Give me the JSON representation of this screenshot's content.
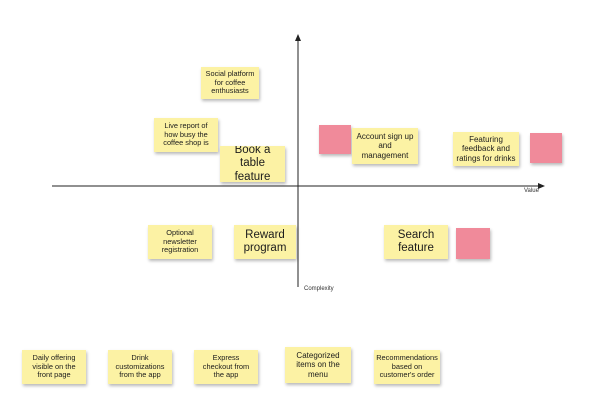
{
  "axes": {
    "x_label": "Value",
    "y_label": "Complexity"
  },
  "notes": {
    "social_platform": "Social platform for coffee enthusiasts",
    "live_report": "Live report of how busy the coffee shop is",
    "book_table": "Book a table feature",
    "account_signup": "Account sign up and management",
    "featuring_feedback": "Featuring feedback and ratings for drinks",
    "optional_newsletter": "Optional newsletter registration",
    "reward_program": "Reward program",
    "search_feature": "Search feature",
    "daily_offering": "Daily offering visible on the front page",
    "drink_customizations": "Drink customizations from the app",
    "express_checkout": "Express checkout from the app",
    "categorized_items": "Categorized items on the menu",
    "recommendations": "Recommendations based on customer's order"
  },
  "colors": {
    "yellow_note": "#fcf2a4",
    "pink_note": "#f08a9a",
    "axis": "#222222"
  }
}
